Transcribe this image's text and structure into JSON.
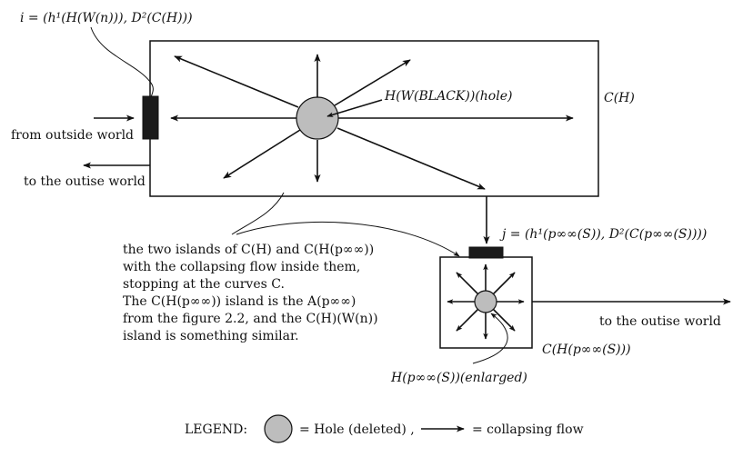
{
  "labels": {
    "i_formula": "i = (h¹(H(W(n))), D²(C(H)))",
    "hole_label": "H(W(BLACK))(hole)",
    "box_label": "C(H)",
    "from_outside": "from outside world",
    "to_outside_1": "to the outise world",
    "j_formula": "j = (h¹(p∞∞(S)), D²(C(p∞∞(S))))",
    "to_outside_2": "to the outise world",
    "small_box_label": "C(H(p∞∞(S)))",
    "enlarged_label": "H(p∞∞(S))(enlarged)",
    "paragraph": [
      "the two islands of C(H) and C(H(p∞∞))",
      "with the collapsing flow inside them,",
      "stopping at the curves C.",
      "The C(H(p∞∞)) island is the A(p∞∞)",
      "from the figure 2.2, and the C(H)(W(n))",
      "island is something similar."
    ]
  },
  "legend": {
    "title": "LEGEND:",
    "hole_text": "= Hole (deleted) ,",
    "flow_text": "= collapsing flow"
  },
  "icons": {
    "hole": "grey-circle",
    "gate": "black-rectangle",
    "flow": "arrow"
  }
}
